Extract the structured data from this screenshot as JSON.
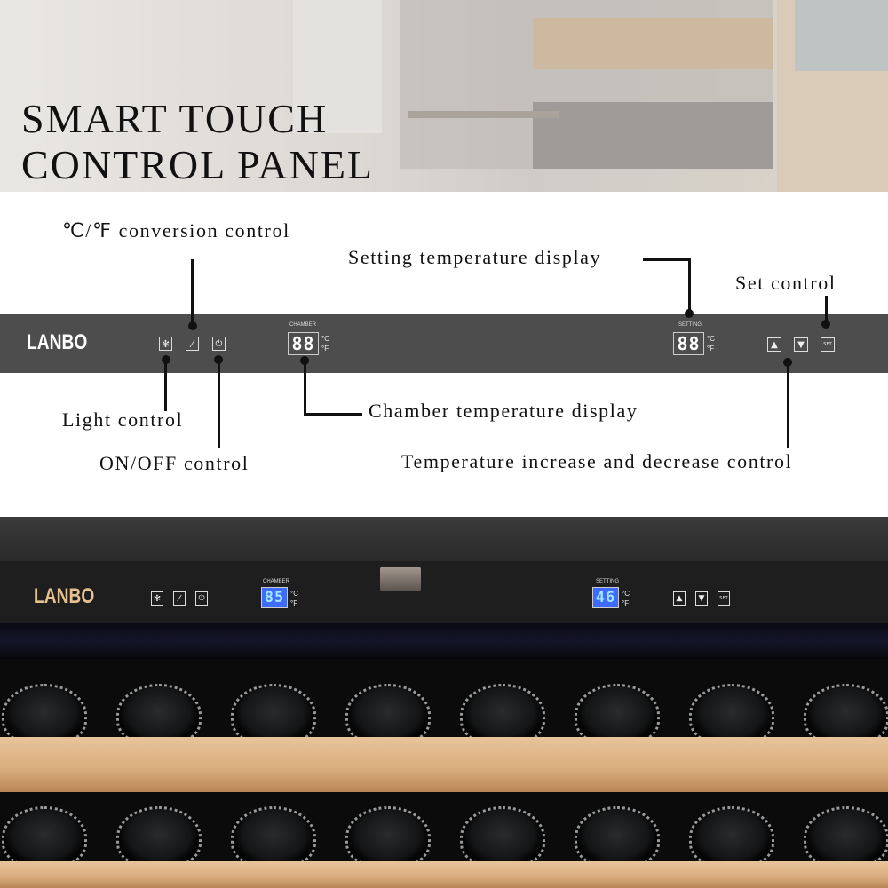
{
  "title": {
    "line1": "SMART TOUCH",
    "line2": "CONTROL PANEL"
  },
  "callouts": {
    "conversion": "℃/℉ conversion control",
    "setting_display": "Setting temperature display",
    "set": "Set control",
    "light": "Light control",
    "onoff": "ON/OFF control",
    "chamber_display": "Chamber temperature display",
    "increase_decrease": "Temperature increase and decrease control"
  },
  "diagram_panel": {
    "brand": "LANBO",
    "chamber_label": "CHAMBER",
    "chamber_value": "88",
    "setting_label": "SETTING",
    "setting_value": "88",
    "unit_c": "°C",
    "unit_f": "°F",
    "set_label": "SET",
    "color": "#4d4d4d"
  },
  "fridge_panel": {
    "brand": "LANBO",
    "brand_color": "#e7c28f",
    "chamber_label": "CHAMBER",
    "chamber_value": "85",
    "setting_label": "SETTING",
    "setting_value": "46",
    "unit_c": "°C",
    "unit_f": "°F",
    "set_label": "SET",
    "display_color": "#3f6bff"
  },
  "icons": [
    "light-icon",
    "temperature-unit-icon",
    "power-icon",
    "up-arrow-icon",
    "down-arrow-icon"
  ]
}
